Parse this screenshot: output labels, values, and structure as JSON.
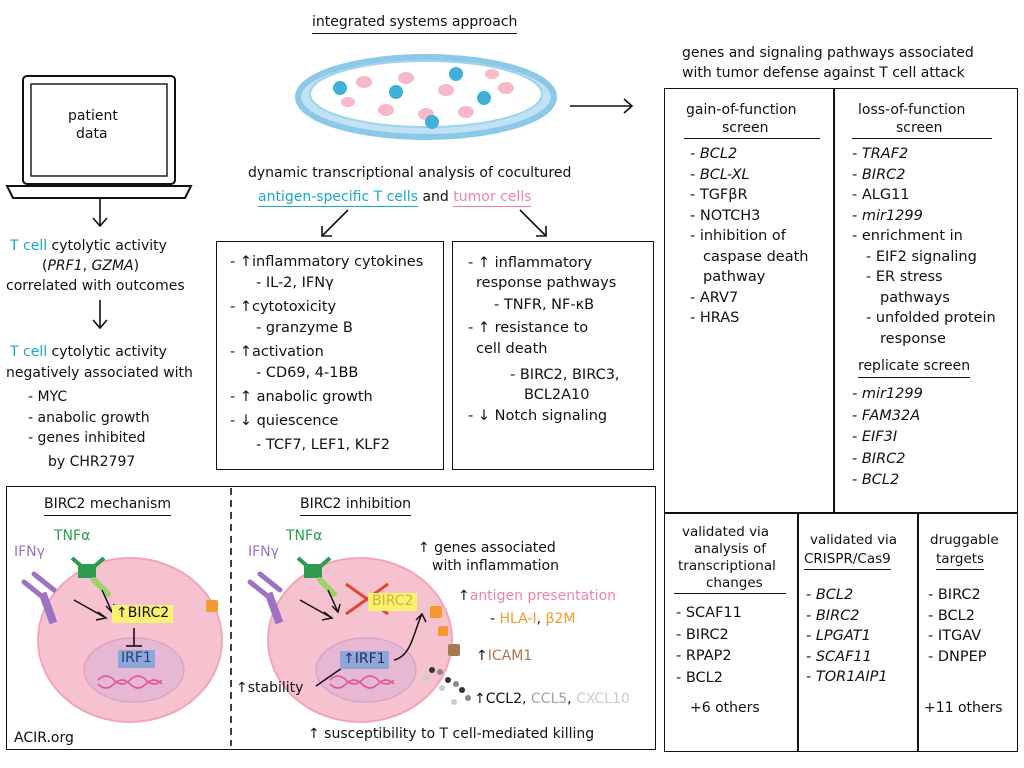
{
  "header": {
    "approach": "integrated systems approach",
    "right_title_l1": "genes and signaling pathways associated",
    "right_title_l2": "with tumor defense against T cell attack"
  },
  "left_panel": {
    "laptop_l1": "patient",
    "laptop_l2": "data",
    "tcell": "T cell",
    "c1_rest": " cytolytic activity",
    "c1_genes_open": "(",
    "c1_gene1": "PRF1",
    "c1_sep": ",  ",
    "c1_gene2": "GZMA",
    "c1_genes_close": ")",
    "c1_l3": "correlated with outcomes",
    "c2_rest": " cytolytic activity",
    "c2_l2": "negatively associated with",
    "items": [
      "MYC",
      "anabolic growth",
      "genes inhibited"
    ],
    "items_cont": "by CHR2797"
  },
  "middle": {
    "dyn_l1": "dynamic transcriptional analysis of cocultured",
    "antigen_tcells": "antigen-specific T cells",
    "and": " and ",
    "tumor_cells": "tumor cells",
    "tcell_box": [
      {
        "t": "↑inflammatory cytokines",
        "ind": false
      },
      {
        "t": "IL-2, IFNγ",
        "ind": true
      },
      {
        "t": "↑cytotoxicity",
        "ind": false
      },
      {
        "t": "granzyme B",
        "ind": true
      },
      {
        "t": "↑activation",
        "ind": false
      },
      {
        "t": "CD69, 4-1BB",
        "ind": true
      },
      {
        "t": "↑  anabolic growth",
        "ind": false
      },
      {
        "t": "↓ quiescence",
        "ind": false
      },
      {
        "t": "TCF7, LEF1, KLF2",
        "ind": true
      }
    ],
    "tumor_box": {
      "i1_l1": "↑ inflammatory",
      "i1_l2": "response pathways",
      "i1_sub": "TNFR, NF-κB",
      "i2_l1": "↑ resistance to",
      "i2_l2": "cell death",
      "i2_sub_l1": "BIRC2, BIRC3,",
      "i2_sub_l2": "BCL2A10",
      "i3": "↓ Notch signaling"
    }
  },
  "screens": {
    "gof_l1": "gain-of-function",
    "gof_l2": "screen",
    "gof_items": [
      {
        "t": "BCL2",
        "it": true
      },
      {
        "t": "BCL-XL",
        "it": true
      },
      {
        "t": "TGFβR",
        "it": false
      },
      {
        "t": "NOTCH3",
        "it": false
      },
      {
        "t": "inhibition of",
        "it": false
      }
    ],
    "gof_cont": [
      "caspase death",
      "pathway"
    ],
    "gof_items2": [
      {
        "t": "ARV7",
        "it": false
      },
      {
        "t": "HRAS",
        "it": false
      }
    ],
    "lof_l1": "loss-of-function",
    "lof_l2": "screen",
    "lof_items": [
      {
        "t": "TRAF2",
        "it": true
      },
      {
        "t": "BIRC2",
        "it": true
      },
      {
        "t": "ALG11",
        "it": false
      },
      {
        "t": "mir1299",
        "it": true
      },
      {
        "t": "enrichment in",
        "it": false
      }
    ],
    "lof_sub": [
      {
        "t": "EIF2 signaling"
      },
      {
        "t": "ER stress",
        "cont": "pathways"
      },
      {
        "t": "unfolded protein",
        "cont": "response"
      }
    ],
    "replicate": "replicate screen",
    "rep_items": [
      "mir1299",
      "FAM32A",
      "EIF3I",
      "BIRC2",
      "BCL2"
    ]
  },
  "validation": {
    "v1_l1": "validated via",
    "v1_l2": "analysis of",
    "v1_l3": "transcriptional",
    "v1_l4": "changes",
    "v1_items": [
      "SCAF11",
      "BIRC2",
      "RPAP2",
      "BCL2"
    ],
    "v1_more": "+6 others",
    "v2_l1": "validated via",
    "v2_l2": "CRISPR/Cas9",
    "v2_items": [
      "BCL2",
      "BIRC2",
      "LPGAT1",
      "SCAF11",
      "TOR1AIP1"
    ],
    "v3_l1": "druggable",
    "v3_l2": "targets",
    "v3_items": [
      "BIRC2",
      "BCL2",
      "ITGAV",
      "DNPEP"
    ],
    "v3_more": "+11 others"
  },
  "bottom": {
    "mech_title": "BIRC2 mechanism",
    "inh_title": "BIRC2 inhibition",
    "ifng": "IFNγ",
    "tnfa": "TNFα",
    "birc2": "BIRC2",
    "up_birc2": "↑BIRC2",
    "irf1": "IRF1",
    "up_irf1": "↑IRF1",
    "genes_l1": "↑ genes associated",
    "genes_l2": "with inflammation",
    "ag_arrow": "↑",
    "ag_pres": "antigen presentation",
    "hla": "HLA-I",
    "comma": ", ",
    "b2m": "β2M",
    "icam": "ICAM1",
    "ccl_arrow": "↑",
    "ccl2": "CCL2",
    "ccl5": "CCL5",
    "cxcl10": "CXCL10",
    "stability": "↑stability",
    "suscept": "↑ susceptibility to T cell-mediated killing",
    "source": "ACIR.org"
  },
  "colors": {
    "cyan": "#1aa8c8",
    "pink": "#ee84a4",
    "orange": "#f29a2e",
    "green": "#2e9c4e",
    "purple": "#9b72c4",
    "cell_fill": "#f7c2cf",
    "nucleus_fill": "#e7b8d4",
    "irf1_fill": "#8ea6d8",
    "birc2_highlight": "#fbf070",
    "dish_blue": "#8cc8e8"
  }
}
